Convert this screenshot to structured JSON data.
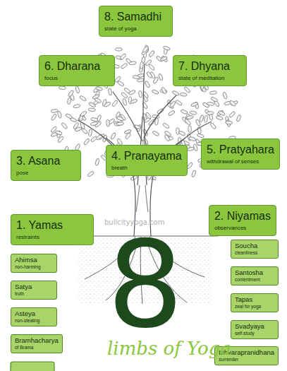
{
  "diagram": {
    "nodes": [
      {
        "text": [
          "8. Samadhi",
          "state of yoga"
        ]
      },
      {
        "text": [
          "6. Dharana",
          "focus"
        ]
      },
      {
        "text": [
          "7. Dhyana",
          "state of meditation"
        ]
      },
      {
        "text": [
          "3. Asana",
          "pose"
        ]
      },
      {
        "text": [
          "4. Pranayama",
          "breath"
        ]
      },
      {
        "text": [
          "5. Pratyahara",
          "withdrawal of senses"
        ]
      },
      {
        "text": [
          "1. Yamas",
          "restraints"
        ]
      },
      {
        "text": [
          "2. Niyamas",
          "observances"
        ]
      },
      {
        "text": [
          "Ahimsa",
          "non-harming"
        ]
      },
      {
        "text": [
          "Satya",
          "truth"
        ]
      },
      {
        "text": [
          "Asteya",
          "non-stealing"
        ]
      },
      {
        "text": [
          "Bramhacharya",
          "of Brama"
        ]
      },
      {
        "text": [
          "Soucha",
          "cleanliness"
        ]
      },
      {
        "text": [
          "Santosha",
          "contentment"
        ]
      },
      {
        "text": [
          "Tapas",
          "zeal for yoga"
        ]
      },
      {
        "text": [
          "Svadyaya",
          "self-study"
        ]
      },
      {
        "text": [
          "Ishvarapranidhana",
          "surrender"
        ]
      }
    ],
    "labels": [
      "bullcityyoga.com",
      "8",
      "limbs of Yoga"
    ]
  }
}
